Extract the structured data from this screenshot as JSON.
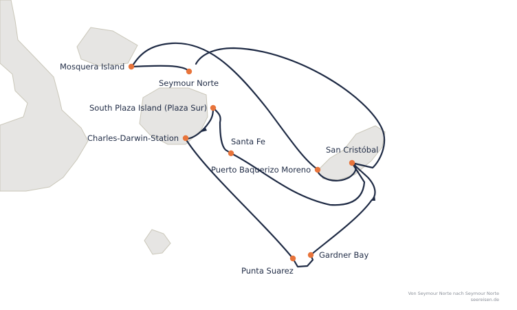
{
  "map": {
    "marker_color": "#e8743b",
    "route_color": "#1e2a44",
    "land_color": "#e6e5e3",
    "ports": [
      {
        "id": "mosquera",
        "label": "Mosquera Island"
      },
      {
        "id": "seymour",
        "label": "Seymour Norte"
      },
      {
        "id": "southplaza",
        "label": "South Plaza Island (Plaza Sur)"
      },
      {
        "id": "darwin",
        "label": "Charles-Darwin-Station"
      },
      {
        "id": "santafe",
        "label": "Santa Fe"
      },
      {
        "id": "baquerizo",
        "label": "Puerto Baquerizo Moreno"
      },
      {
        "id": "cristobal",
        "label": "San Cristóbal"
      },
      {
        "id": "gardner",
        "label": "Gardner Bay"
      },
      {
        "id": "suarez",
        "label": "Punta Suarez"
      }
    ]
  },
  "credit": {
    "line1": "Von Seymour Norte nach Seymour Norte",
    "line2": "seereisen.de"
  }
}
